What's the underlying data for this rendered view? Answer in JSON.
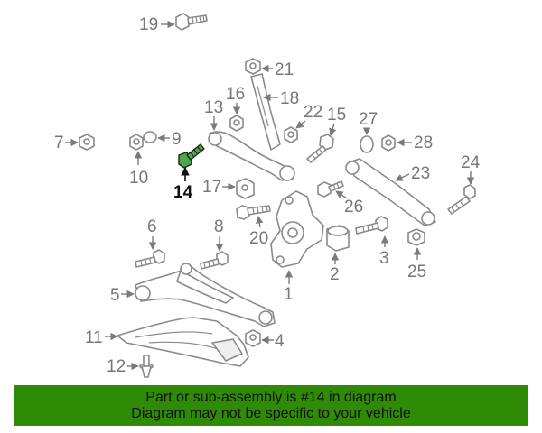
{
  "highlight": {
    "part_number": "14",
    "fill_color": "#4ea84a"
  },
  "callouts": {
    "n1": "1",
    "n2": "2",
    "n3": "3",
    "n4": "4",
    "n5": "5",
    "n6": "6",
    "n7": "7",
    "n8": "8",
    "n9": "9",
    "n10": "10",
    "n11": "11",
    "n12": "12",
    "n13": "13",
    "n14": "14",
    "n15": "15",
    "n16": "16",
    "n17": "17",
    "n18": "18",
    "n19": "19",
    "n20": "20",
    "n21": "21",
    "n22": "22",
    "n23": "23",
    "n24": "24",
    "n25": "25",
    "n26": "26",
    "n27": "27",
    "n28": "28"
  },
  "banner": {
    "line1": "Part or sub-assembly is #14 in diagram",
    "line2": "Diagram may not be specific to your vehicle",
    "background": "#2f8a06"
  }
}
